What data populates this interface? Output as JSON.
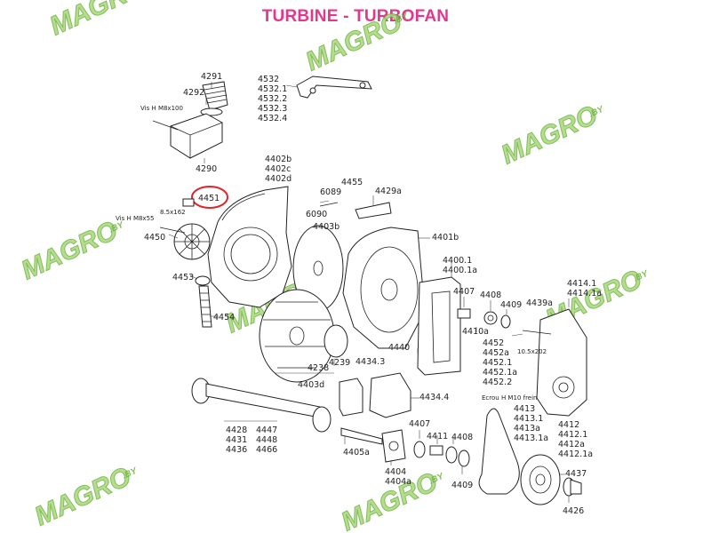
{
  "title": "TURBINE - TURBOFAN",
  "colors": {
    "title": "#e2378e",
    "watermark_fill": "#a8d87a",
    "watermark_stroke": "#6db33f",
    "highlight": "#e0242a"
  },
  "watermark": {
    "brand": "MAGRO",
    "suffix": ".BY"
  },
  "highlighted_part": "4451",
  "labels": {
    "l4291": "4291",
    "l4292": "4292",
    "l_vis_m8x100": "Vis H M8x100",
    "l4290": "4290",
    "l4532": "4532",
    "l4532_1": "4532.1",
    "l4532_2": "4532.2",
    "l4532_3": "4532.3",
    "l4532_4": "4532.4",
    "l4402b": "4402b",
    "l4402c": "4402c",
    "l4402d": "4402d",
    "l4451": "4451",
    "l_85x162": "8.5x162",
    "l_vis_m8x55": "Vis H M8x55",
    "l4450": "4450",
    "l4453": "4453",
    "l4454": "4454",
    "l4455": "4455",
    "l6089": "6089",
    "l6090": "6090",
    "l4429a": "4429a",
    "l4403b": "4403b",
    "l4401b": "4401b",
    "l4400_1": "4400.1",
    "l4400_1a": "4400.1a",
    "l4407_top": "4407",
    "l4408_top": "4408",
    "l4409_top": "4409",
    "l4439a": "4439a",
    "l4414_1": "4414.1",
    "l4414_1a": "4414.1a",
    "l4410a": "4410a",
    "l4440": "4440",
    "l4452": "4452",
    "l4452a": "4452a",
    "l4452_1": "4452.1",
    "l4452_1a": "4452.1a",
    "l4452_2": "4452.2",
    "l_105x202": "10.5x202",
    "l_ecrou": "Ecrou H M10 frein",
    "l4238": "4238",
    "l4239": "4239",
    "l4403d": "4403d",
    "l4434_3": "4434.3",
    "l4434_4": "4434.4",
    "l4413": "4413",
    "l4413_1": "4413.1",
    "l4413a": "4413a",
    "l4413_1a": "4413.1a",
    "l4412": "4412",
    "l4412_1": "4412.1",
    "l4412a": "4412a",
    "l4412_1a": "4412.1a",
    "l4428": "4428",
    "l4431": "4431",
    "l4436": "4436",
    "l4447": "4447",
    "l4448": "4448",
    "l4466": "4466",
    "l4407_bot": "4407",
    "l4411": "4411",
    "l4408_bot": "4408",
    "l4409_bot": "4409",
    "l4405a": "4405a",
    "l4404": "4404",
    "l4404a": "4404a",
    "l4437": "4437",
    "l4426": "4426"
  }
}
